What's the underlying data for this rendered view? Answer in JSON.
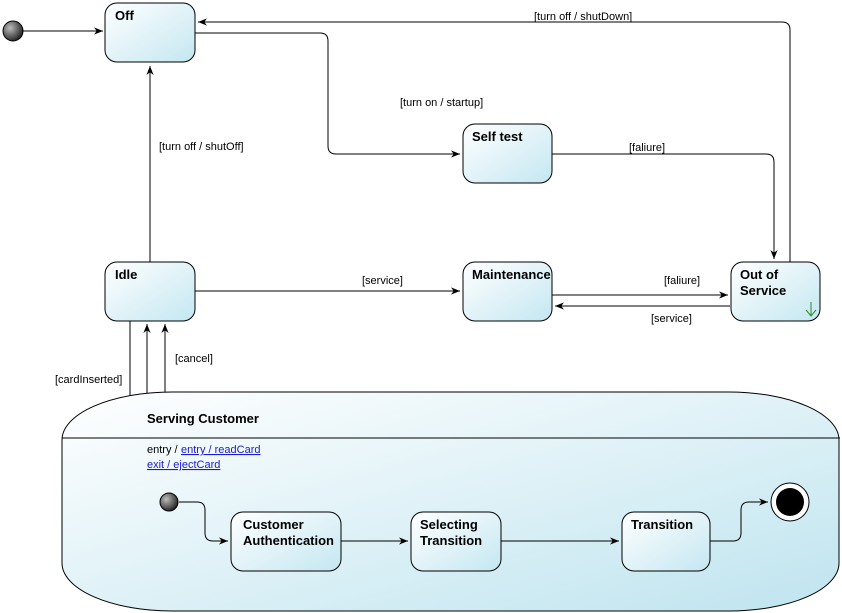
{
  "colors": {
    "state_fill_top": "#ffffff",
    "state_fill_bottom": "#c4e7f1",
    "stroke": "#000000",
    "link": "#1a1ad6",
    "ops_icon": "#2a8a2a"
  },
  "states": {
    "off": "Off",
    "self_test": "Self test",
    "idle": "Idle",
    "maintenance": "Maintenance",
    "out_of_service_line1": "Out of",
    "out_of_service_line2": "Service",
    "serving_customer": "Serving Customer",
    "customer_auth_line1": "Customer",
    "customer_auth_line2": "Authentication",
    "selecting_line1": "Selecting",
    "selecting_line2": "Transition",
    "transition": "Transition"
  },
  "serving_activities": {
    "entry_prefix": "entry /",
    "entry_link": "entry / readCard",
    "exit_link": "exit / ejectCard"
  },
  "transitions": {
    "turn_off_shutdown": "[turn off / shutDown]",
    "turn_on_startup": "[turn on / startup]",
    "turn_off_shutoff": "[turn off / shutOff]",
    "failure_selftest": "[faliure]",
    "service_idle": "[service]",
    "failure_maint": "[faliure]",
    "service_back": "[service]",
    "card_inserted": "[cardInserted]",
    "cancel": "[cancel]"
  }
}
